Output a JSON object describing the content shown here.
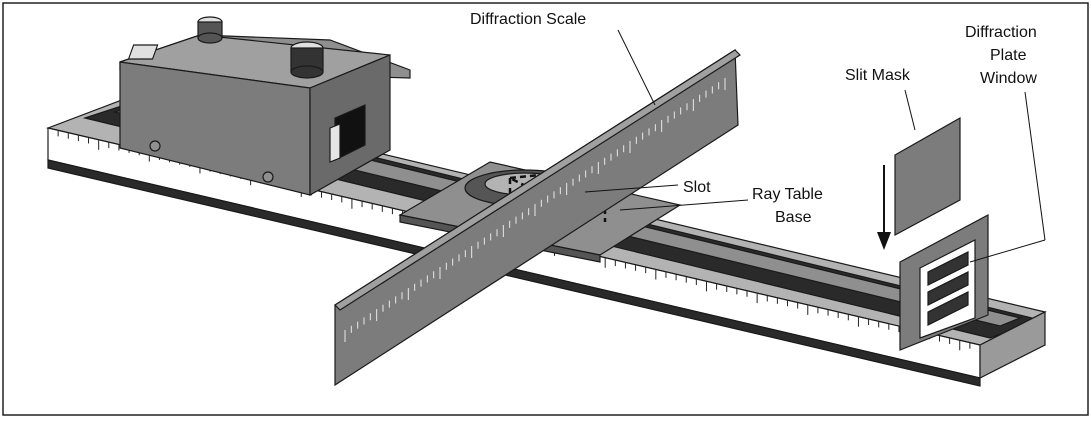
{
  "labels": {
    "diffraction_scale": "Diffraction Scale",
    "slit_mask": "Slit Mask",
    "diffraction_plate_window_l1": "Diffraction",
    "diffraction_plate_window_l2": "Plate",
    "diffraction_plate_window_l3": "Window",
    "slot": "Slot",
    "ray_table_base_l1": "Ray Table",
    "ray_table_base_l2": "Base"
  },
  "colors": {
    "light_surface": "#b3b3b3",
    "mid_surface": "#8f8f8f",
    "dark_surface": "#555555",
    "darkest": "#2a2a2a",
    "outline": "#1a1a1a"
  }
}
